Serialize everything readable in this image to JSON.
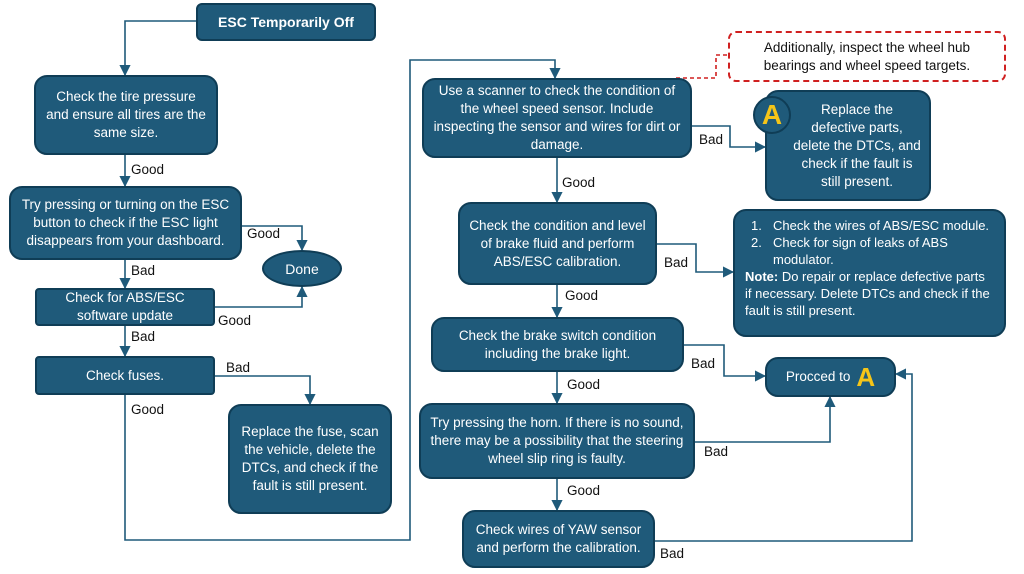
{
  "start": "ESC Temporarily Off",
  "done": "Done",
  "nodes": {
    "tire": "Check the tire pressure and ensure all tires are the same size.",
    "esc_button": "Try pressing or turning on the ESC button to check if the ESC light disappears from your dashboard.",
    "software": "Check for ABS/ESC software update",
    "fuses": "Check fuses.",
    "replace_fuse": "Replace the fuse, scan the vehicle, delete the DTCs, and check if the fault is still present.",
    "scanner": "Use a scanner to check the condition of the wheel speed sensor. Include inspecting the sensor and wires for dirt or damage.",
    "replace_parts": "Replace the defective parts, delete the DTCs, and check if the fault is still present.",
    "brake_fluid": "Check the condition and level of brake fluid and perform ABS/ESC calibration.",
    "brake_switch": "Check the brake switch condition including the brake light.",
    "horn": "Try pressing the horn. If there is no sound, there may be a possibility that the steering wheel slip ring is faulty.",
    "yaw": "Check wires of YAW sensor and perform the calibration.",
    "proceed": "Procced to"
  },
  "abs_note": {
    "items": [
      {
        "num": "1.",
        "text": "Check the wires of ABS/ESC module."
      },
      {
        "num": "2.",
        "text": "Check for sign of leaks of ABS modulator."
      }
    ],
    "note_label": "Note:",
    "note_text": " Do repair or replace defective parts if necessary. Delete DTCs and check if the fault is still present."
  },
  "callout": "Additionally, inspect the wheel hub bearings and wheel speed targets.",
  "connector_letter": "A",
  "labels": {
    "good": "Good",
    "bad": "Bad"
  },
  "colors": {
    "box_fill": "#1f5a7a",
    "box_border": "#0f3d56",
    "connector_letter": "#f5c518",
    "callout_border": "#d02020",
    "line": "#1f5a7a"
  }
}
